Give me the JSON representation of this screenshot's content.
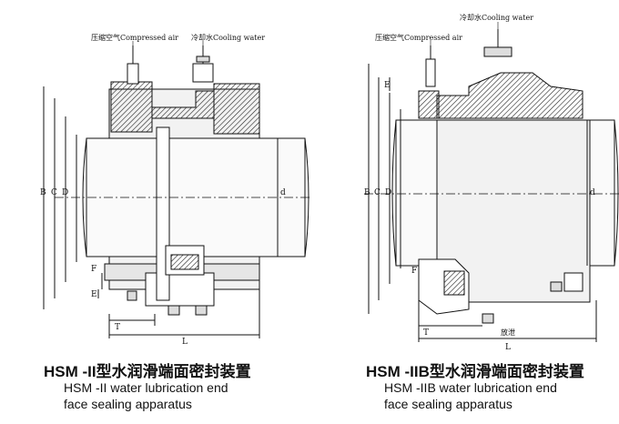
{
  "left": {
    "label_air": "压缩空气Compressed air",
    "label_water": "冷却水Cooling water",
    "dims": {
      "B": "B",
      "C": "C",
      "D": "D",
      "d": "d",
      "F": "F",
      "E": "E",
      "T": "T",
      "L": "L"
    },
    "title": "HSM -II型水润滑端面密封装置",
    "sub1": "HSM -II water lubrication end",
    "sub2": "face sealing apparatus"
  },
  "right": {
    "label_air": "压缩空气Compressed air",
    "label_water": "冷却水Cooling water",
    "label_drain": "放泄",
    "dims": {
      "B": "B",
      "C": "C",
      "D": "D",
      "d": "d",
      "F": "F",
      "E": "E",
      "T": "T",
      "L": "L"
    },
    "title": "HSM -IIB型水润滑端面密封装置",
    "sub1": "HSM -IIB water lubrication end",
    "sub2": "face sealing apparatus"
  }
}
